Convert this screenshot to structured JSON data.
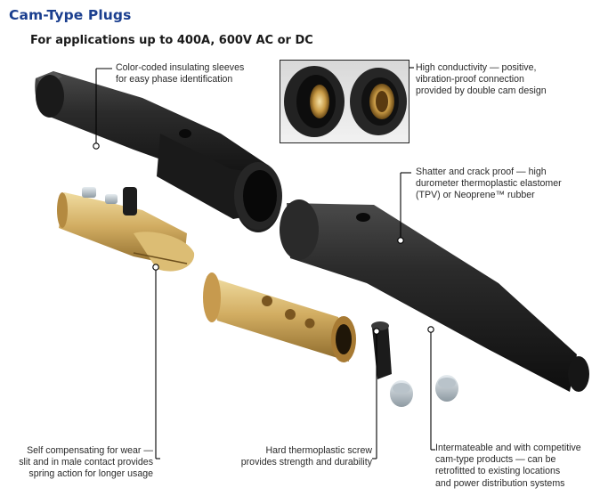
{
  "header": {
    "title": "Cam-Type Plugs",
    "subtitle": "For applications up to 400A, 600V AC or DC"
  },
  "callouts": {
    "sleeves": "Color-coded insulating sleeves\nfor easy phase identification",
    "conductivity": "High conductivity — positive,\nvibration-proof connection\nprovided by double cam design",
    "shatter": "Shatter and crack proof — high\ndurometer thermoplastic elastomer\n(TPV) or Neoprene™ rubber",
    "wear": "Self compensating for wear —\nslit and in male contact provides\nspring action for longer usage",
    "screw": "Hard thermoplastic screw\nprovides strength and durability",
    "intermateable": "Intermateable and with competitive\ncam-type products — can be\nretrofitted to existing locations\nand power distribution systems"
  },
  "colors": {
    "title_blue": "#1b3f8f",
    "rubber_black": "#1c1c1c",
    "brass": "#c9a55a",
    "leader_line": "#000000"
  }
}
